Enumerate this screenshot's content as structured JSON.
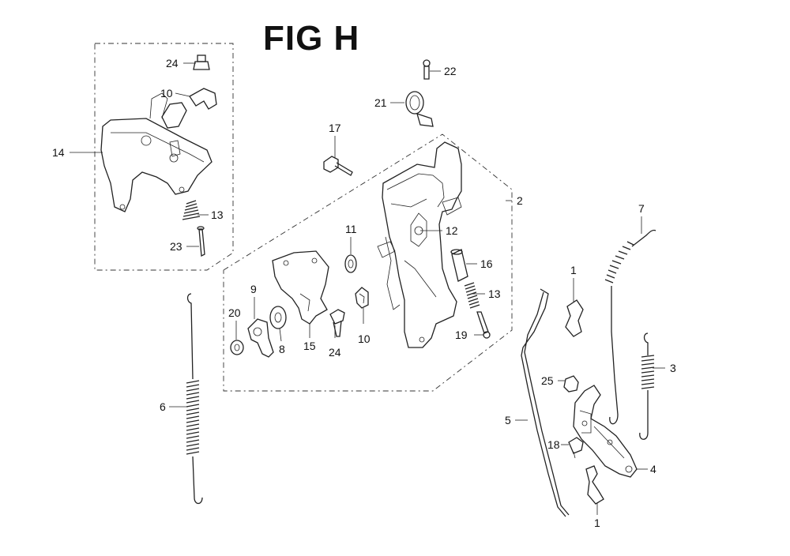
{
  "figure": {
    "title": "FIG H"
  },
  "callouts": {
    "c24a": "24",
    "c10a": "10",
    "c14": "14",
    "c13a": "13",
    "c23": "23",
    "c17": "17",
    "c21": "21",
    "c22": "22",
    "c2": "2",
    "c11": "11",
    "c12": "12",
    "c16": "16",
    "c13b": "13",
    "c9": "9",
    "c20": "20",
    "c8": "8",
    "c15": "15",
    "c24b": "24",
    "c10b": "10",
    "c19": "19",
    "c6": "6",
    "c1a": "1",
    "c7": "7",
    "c3": "3",
    "c25": "25",
    "c5": "5",
    "c18": "18",
    "c4": "4",
    "c1b": "1"
  }
}
